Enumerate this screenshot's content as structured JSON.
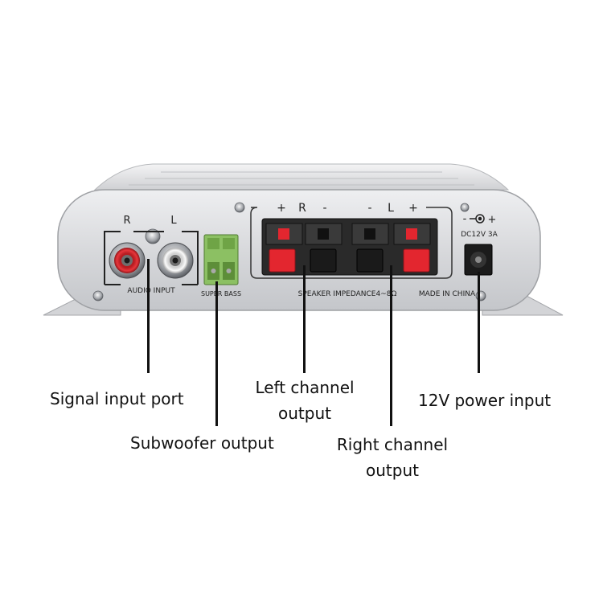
{
  "device": {
    "panel_labels": {
      "rl_r": "R",
      "rl_l": "L",
      "audio_input": "AUDIO INPUT",
      "super_bass": "SUPER BASS",
      "speaker_plus_r": "+",
      "speaker_r": "R",
      "speaker_minus_r": "-",
      "speaker_minus_l": "-",
      "speaker_l": "L",
      "speaker_plus_l": "+",
      "speaker_impedance": "SPEAKER IMPEDANCE4~8Ω",
      "made_in": "MADE IN CHINA",
      "dc_rating": "DC12V 3A",
      "dc_minus": "-",
      "dc_plus": "+"
    },
    "colors": {
      "panel": "#d9dadc",
      "rca_red": "#d8262c",
      "rca_white": "#f2f2f2",
      "terminal_green": "#8cc063",
      "clip_red": "#e3262f",
      "clip_black": "#1a1a1a"
    }
  },
  "callouts": {
    "signal_input": "Signal input port",
    "subwoofer": "Subwoofer output",
    "left_channel_1": "Left channel",
    "left_channel_2": "output",
    "right_channel_1": "Right channel",
    "right_channel_2": "output",
    "power": "12V power input"
  }
}
